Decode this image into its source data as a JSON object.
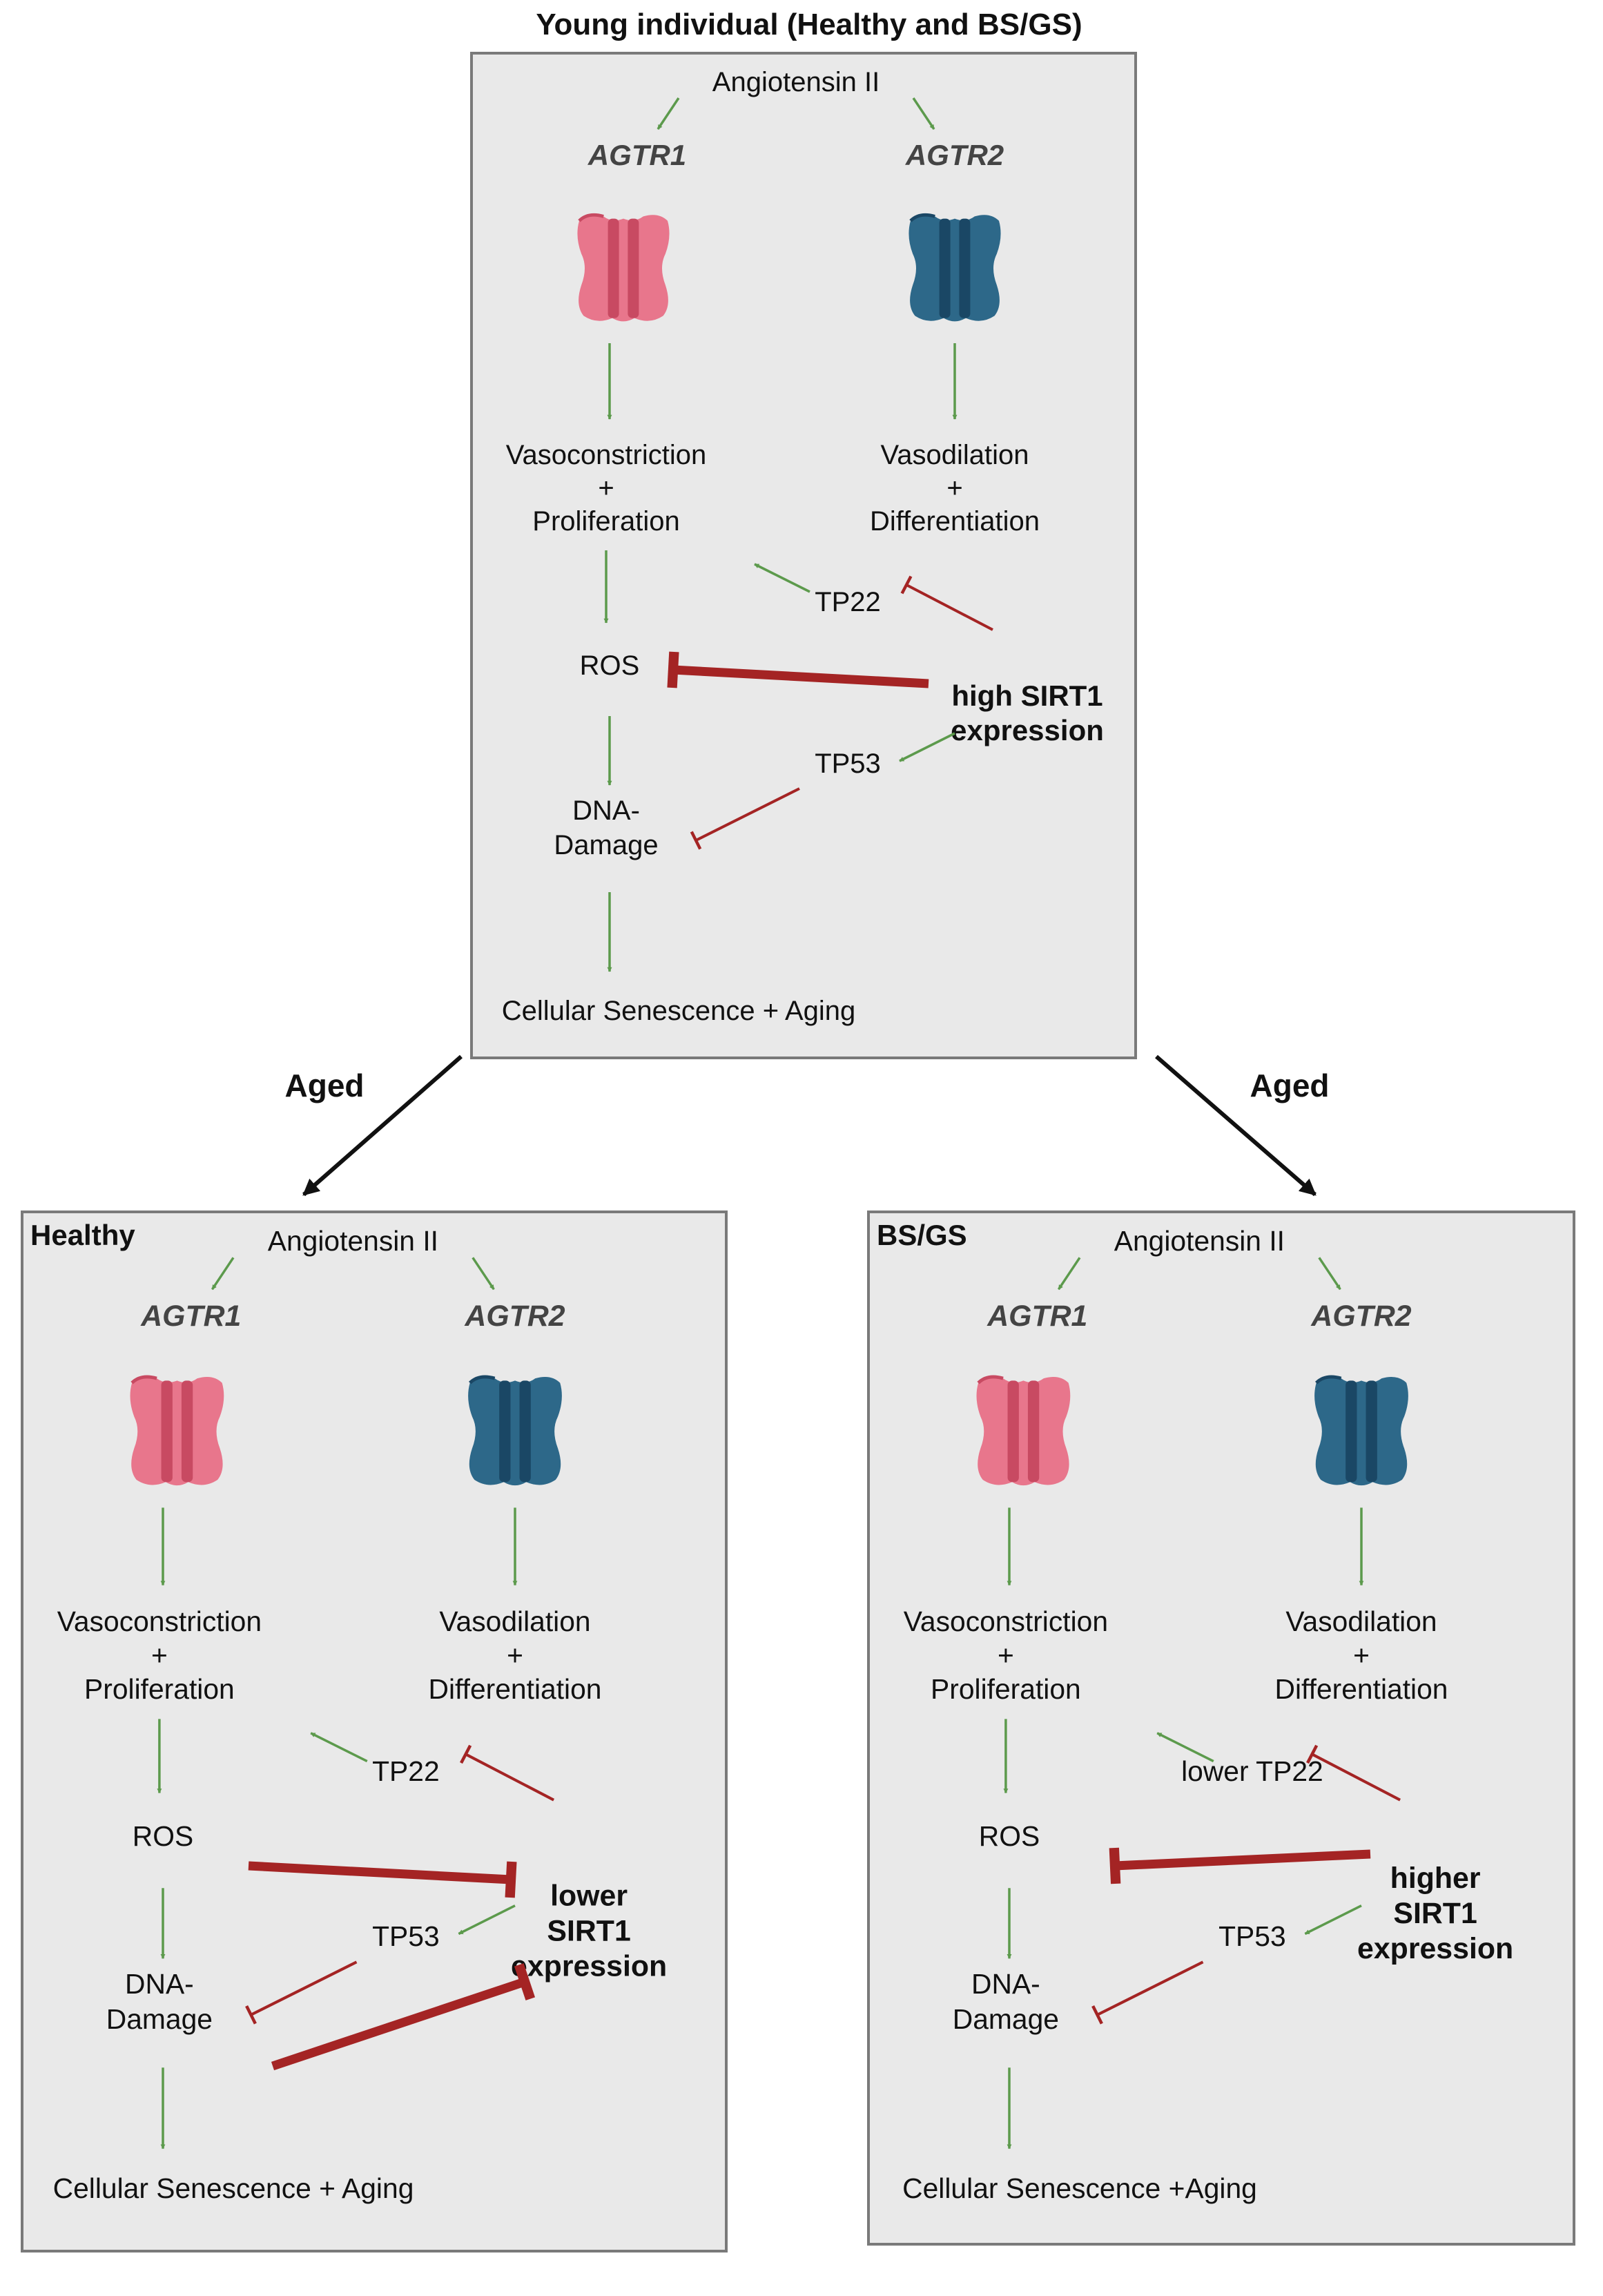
{
  "title": "Young individual (Healthy and BS/GS)",
  "aged_label": "Aged",
  "colors": {
    "panel_fill": "#e9e9e9",
    "panel_stroke": "#7a7a7a",
    "green_arrow": "#5c9a4c",
    "red_inhibit": "#a42424",
    "agtr1_fill": "#e8768c",
    "agtr1_dark": "#c84a62",
    "agtr2_fill": "#2d6889",
    "agtr2_dark": "#1a4765"
  },
  "panels": {
    "young": {
      "header": "",
      "angiotensin": "Angiotensin II",
      "agtr1": "AGTR1",
      "agtr2": "AGTR2",
      "vasoconstriction": [
        "Vasoconstriction",
        "+",
        "Proliferation"
      ],
      "vasodilation": [
        "Vasodilation",
        "+",
        "Differentiation"
      ],
      "tp22": "TP22",
      "ros": "ROS",
      "sirt1": [
        "high SIRT1",
        "expression"
      ],
      "tp53": "TP53",
      "dna": [
        "DNA-",
        "Damage"
      ],
      "senescence": "Cellular Senescence + Aging"
    },
    "healthy": {
      "header": "Healthy",
      "angiotensin": "Angiotensin II",
      "agtr1": "AGTR1",
      "agtr2": "AGTR2",
      "vasoconstriction": [
        "Vasoconstriction",
        "+",
        "Proliferation"
      ],
      "vasodilation": [
        "Vasodilation",
        "+",
        "Differentiation"
      ],
      "tp22": "TP22",
      "ros": "ROS",
      "sirt1": [
        "lower",
        "SIRT1",
        "expression"
      ],
      "tp53": "TP53",
      "dna": [
        "DNA-",
        "Damage"
      ],
      "senescence": "Cellular Senescence + Aging"
    },
    "bsgs": {
      "header": "BS/GS",
      "angiotensin": "Angiotensin II",
      "agtr1": "AGTR1",
      "agtr2": "AGTR2",
      "vasoconstriction": [
        "Vasoconstriction",
        "+",
        "Proliferation"
      ],
      "vasodilation": [
        "Vasodilation",
        "+",
        "Differentiation"
      ],
      "tp22": "lower TP22",
      "ros": "ROS",
      "sirt1": [
        "higher",
        "SIRT1",
        "expression"
      ],
      "tp53": "TP53",
      "dna": [
        "DNA-",
        "Damage"
      ],
      "senescence": "Cellular Senescence +Aging"
    }
  }
}
